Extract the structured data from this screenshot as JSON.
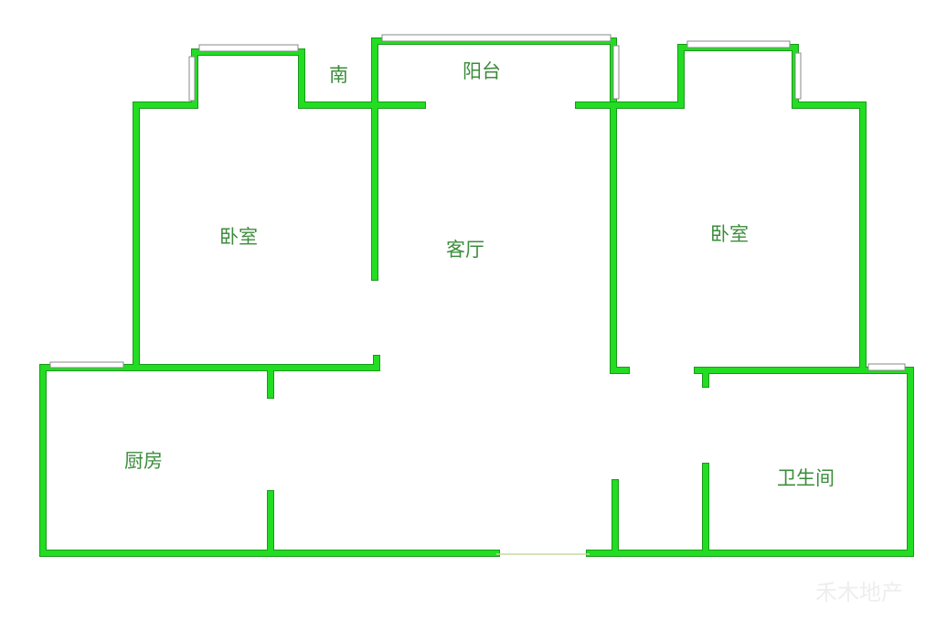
{
  "rooms": {
    "south": "南",
    "balcony": "阳台",
    "bedroom_left": "卧室",
    "living_room": "客厅",
    "bedroom_right": "卧室",
    "kitchen": "厨房",
    "bathroom": "卫生间"
  },
  "watermark": "禾木地产",
  "colors": {
    "wall": "#22dd22",
    "label": "#3c8c3c"
  }
}
